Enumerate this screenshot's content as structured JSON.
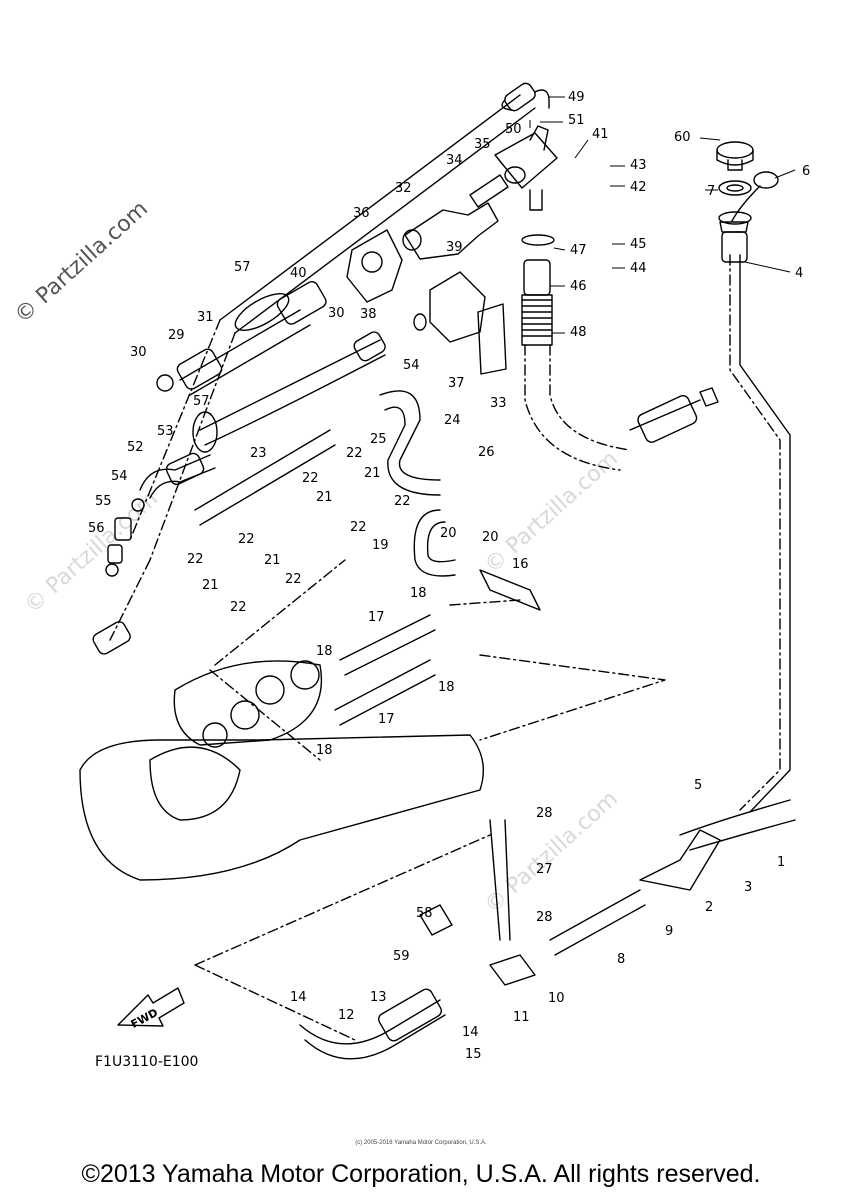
{
  "watermarks": {
    "main": "© Partzilla.com",
    "faint": "© Partzilla.com"
  },
  "part_labels": {
    "p1": "1",
    "p2": "2",
    "p3": "3",
    "p4": "4",
    "p5": "5",
    "p6": "6",
    "p7": "7",
    "p8": "8",
    "p9": "9",
    "p10": "10",
    "p11": "11",
    "p12": "12",
    "p13": "13",
    "p14a": "14",
    "p14b": "14",
    "p15": "15",
    "p16": "16",
    "p17a": "17",
    "p17b": "17",
    "p18a": "18",
    "p18b": "18",
    "p18c": "18",
    "p18d": "18",
    "p19": "19",
    "p20a": "20",
    "p20b": "20",
    "p21a": "21",
    "p21b": "21",
    "p21c": "21",
    "p21d": "21",
    "p22a": "22",
    "p22b": "22",
    "p22c": "22",
    "p22d": "22",
    "p22e": "22",
    "p22f": "22",
    "p22g": "22",
    "p22h": "22",
    "p23": "23",
    "p24": "24",
    "p25": "25",
    "p26": "26",
    "p27": "27",
    "p28a": "28",
    "p28b": "28",
    "p29": "29",
    "p30a": "30",
    "p30b": "30",
    "p31": "31",
    "p32": "32",
    "p33": "33",
    "p34": "34",
    "p35": "35",
    "p36": "36",
    "p37": "37",
    "p38": "38",
    "p39": "39",
    "p40": "40",
    "p41": "41",
    "p42": "42",
    "p43": "43",
    "p44": "44",
    "p45": "45",
    "p46": "46",
    "p47": "47",
    "p48": "48",
    "p49": "49",
    "p50": "50",
    "p51": "51",
    "p52": "52",
    "p53": "53",
    "p54a": "54",
    "p54b": "54",
    "p55": "55",
    "p56": "56",
    "p57a": "57",
    "p57b": "57",
    "p58": "58",
    "p59": "59",
    "p60": "60"
  },
  "fwd_label": "FWD",
  "diagram_code": "F1U3110-E100",
  "small_copyright": "(c) 2005-2016 Yamaha Motor Corporation, U.S.A.",
  "copyright": "©2013 Yamaha Motor Corporation, U.S.A. All rights reserved."
}
